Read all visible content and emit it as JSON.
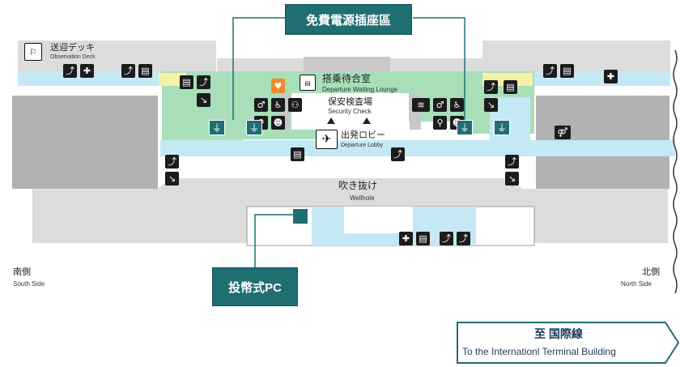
{
  "colors": {
    "lounge": "#a8dfb9",
    "corridor": "#c5e8f5",
    "gray": "#b2b2b2",
    "light_gray": "#dcdcdc",
    "accent": "#1f6e72",
    "yellow": "#f6f0a8"
  },
  "callouts": {
    "charging": "免費電源插座區",
    "coin_pc": "投幣式PC"
  },
  "labels": {
    "observation_jp": "送迎デッキ",
    "observation_en": "Observation Deck",
    "lounge_jp": "搭乗待合室",
    "lounge_en": "Departure Waiting Lounge",
    "security_jp": "保安検査場",
    "security_en": "Security Check",
    "departure_jp": "出発ロビー",
    "departure_en": "Departure Lobby",
    "wellhole_jp": "吹き抜け",
    "wellhole_en": "Wellhole",
    "south_jp": "南側",
    "south_en": "South Side",
    "north_jp": "北側",
    "north_en": "North Side"
  },
  "direction_sign": {
    "jp": "至 国際線",
    "en": "To the Internationl Terminal Building"
  },
  "icons": [
    "observation-deck-icon",
    "escalator-icon",
    "elevator-icon",
    "stairs-icon",
    "restroom-icon",
    "aed-icon",
    "smoking-icon",
    "departure-icon",
    "power-outlet-icon",
    "coin-pc-icon"
  ]
}
